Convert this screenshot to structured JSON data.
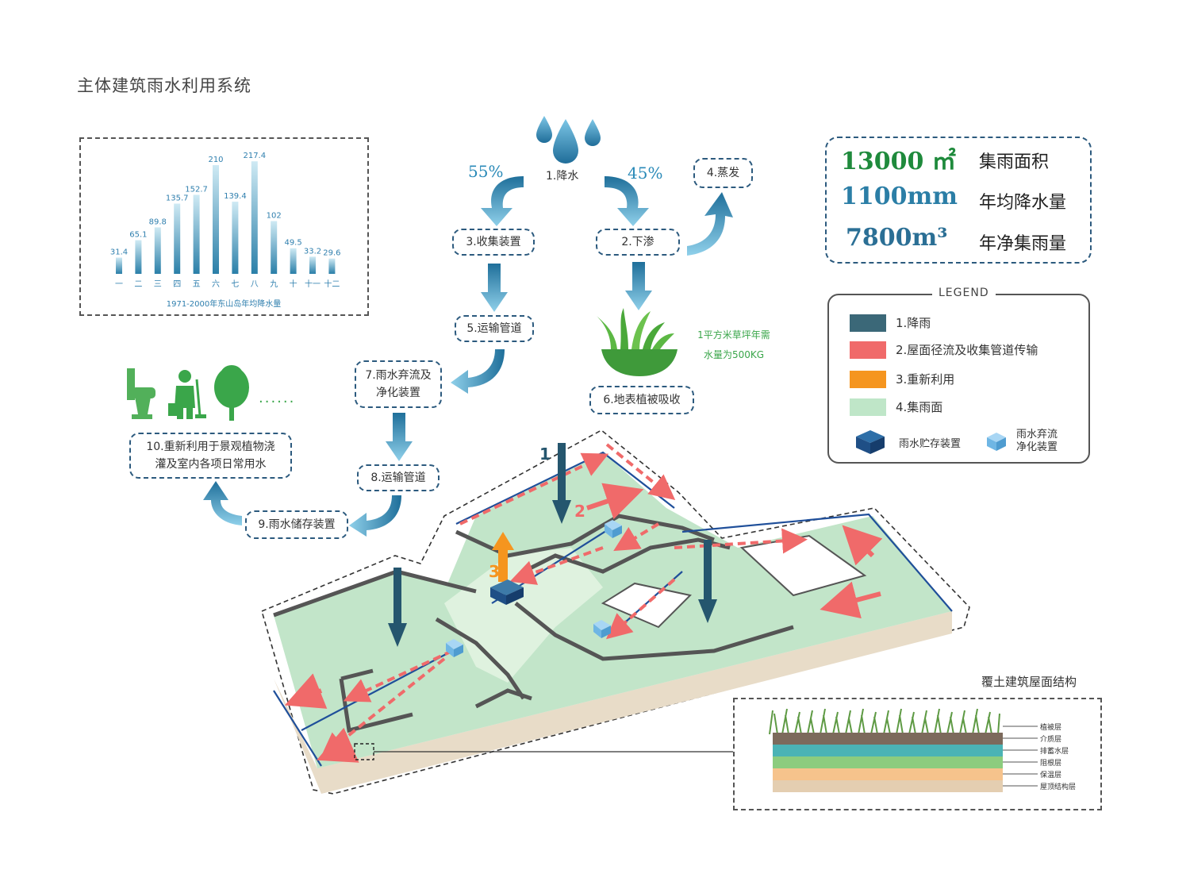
{
  "title": "主体建筑雨水利用系统",
  "chart_data": {
    "type": "bar",
    "categories": [
      "一",
      "二",
      "三",
      "四",
      "五",
      "六",
      "七",
      "八",
      "九",
      "十",
      "十一",
      "十二"
    ],
    "values": [
      31.4,
      65.1,
      89.8,
      135.7,
      152.7,
      210,
      139.4,
      217.4,
      102,
      49.5,
      33.2,
      29.6
    ],
    "value_labels": [
      "31.4",
      "65.1",
      "89.8",
      "135.7",
      "152.7",
      "210",
      "139.4",
      "217.4",
      "102",
      "49.5",
      "33.2",
      "29.6"
    ],
    "title": "1971-2000年东山岛年均降水量",
    "xlabel": "",
    "ylabel": "",
    "ylim": [
      0,
      230
    ],
    "colors": {
      "bar_top": "#bfe3f0",
      "bar_bottom": "#2a7fa8",
      "labels": "#2f7fae"
    }
  },
  "flow": {
    "n1": "1.降水",
    "n2": "2.下渗",
    "n3": "3.收集装置",
    "n4": "4.蒸发",
    "n5": "5.运输管道",
    "n6": "6.地表植被吸收",
    "n7": [
      "7.雨水弃流及",
      "净化装置"
    ],
    "n8": "8.运输管道",
    "n9": "9.雨水储存装置",
    "n10": [
      "10.重新利用于景观植物浇",
      "灌及室内各项日常用水"
    ],
    "pct_left": "55%",
    "pct_right": "45%",
    "grass_note": [
      "1平方米草坪年需",
      "水量为500KG"
    ],
    "dots": "······"
  },
  "stats": [
    {
      "value": "13000 ㎡",
      "label": "集雨面积",
      "color": "#1f8a3c"
    },
    {
      "value": "1100mm",
      "label": "年均降水量",
      "color": "#2b7ea6"
    },
    {
      "value": "7800m³",
      "label": "年净集雨量",
      "color": "#2b6f95"
    }
  ],
  "legend": {
    "title": "LEGEND",
    "items": [
      {
        "label": "1.降雨",
        "color": "#3b6878"
      },
      {
        "label": "2.屋面径流及收集管道传输",
        "color": "#f06a6a"
      },
      {
        "label": "3.重新利用",
        "color": "#f5951f"
      },
      {
        "label": "4.集雨面",
        "color": "#bfe6c8"
      }
    ],
    "storage_label": "雨水贮存装置",
    "purify_label": [
      "雨水弃流",
      "净化装置"
    ]
  },
  "map_marks": {
    "m1": "1",
    "m2": "2",
    "m3": "3"
  },
  "roof": {
    "title": "覆土建筑屋面结构",
    "layers": [
      {
        "label": "植被层",
        "color": "#6aa34b"
      },
      {
        "label": "介质层",
        "color": "#7c6a5c"
      },
      {
        "label": "排蓄水层",
        "color": "#4bb3b5"
      },
      {
        "label": "阻根层",
        "color": "#8ccc7e"
      },
      {
        "label": "保温层",
        "color": "#f6c38c"
      },
      {
        "label": "屋顶结构层",
        "color": "#e4ceb1"
      }
    ]
  }
}
